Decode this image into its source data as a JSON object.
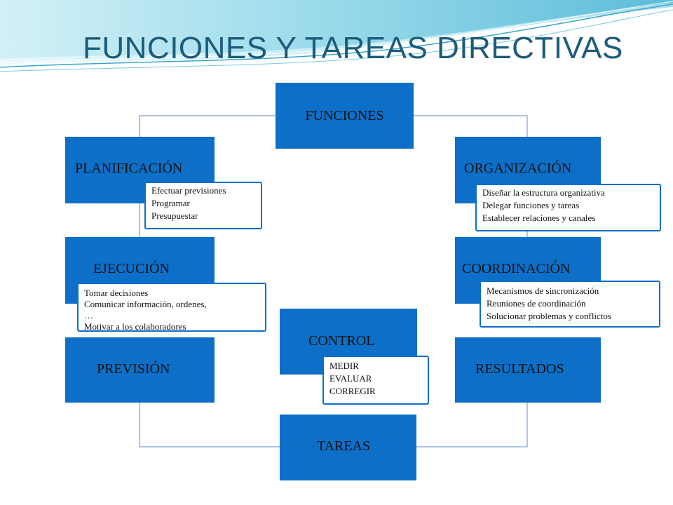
{
  "title": "FUNCIONES Y TAREAS DIRECTIVAS",
  "colors": {
    "box": "#0d6fc7",
    "title": "#1b5c7a",
    "connector": "#5b8fc9"
  },
  "nodes": {
    "funciones": "FUNCIONES",
    "planificacion": "PLANIFICACIÓN",
    "organizacion": "ORGANIZACIÓN",
    "ejecucion": "EJECUCIÓN",
    "coordinacion": "COORDINACIÓN",
    "control": "CONTROL",
    "prevision": "PREVISIÓN",
    "resultados": "RESULTADOS",
    "tareas": "TAREAS"
  },
  "notes": {
    "planificacion": [
      "Efectuar previsiones",
      "Programar",
      "Presupuestar"
    ],
    "organizacion": [
      "Diseñar la estructura organizativa",
      "Delegar funciones y tareas",
      "Establecer relaciones y canales"
    ],
    "ejecucion": [
      "Tomar decisiones",
      "Comunicar información, ordenes,",
      "…",
      "Motivar a los colaboradores"
    ],
    "coordinacion": [
      "Mecanismos de sincronización",
      "Reuniones de coordinación",
      "Solucionar problemas y conflictos"
    ],
    "control": [
      "MEDIR",
      "EVALUAR",
      "CORREGIR"
    ]
  }
}
